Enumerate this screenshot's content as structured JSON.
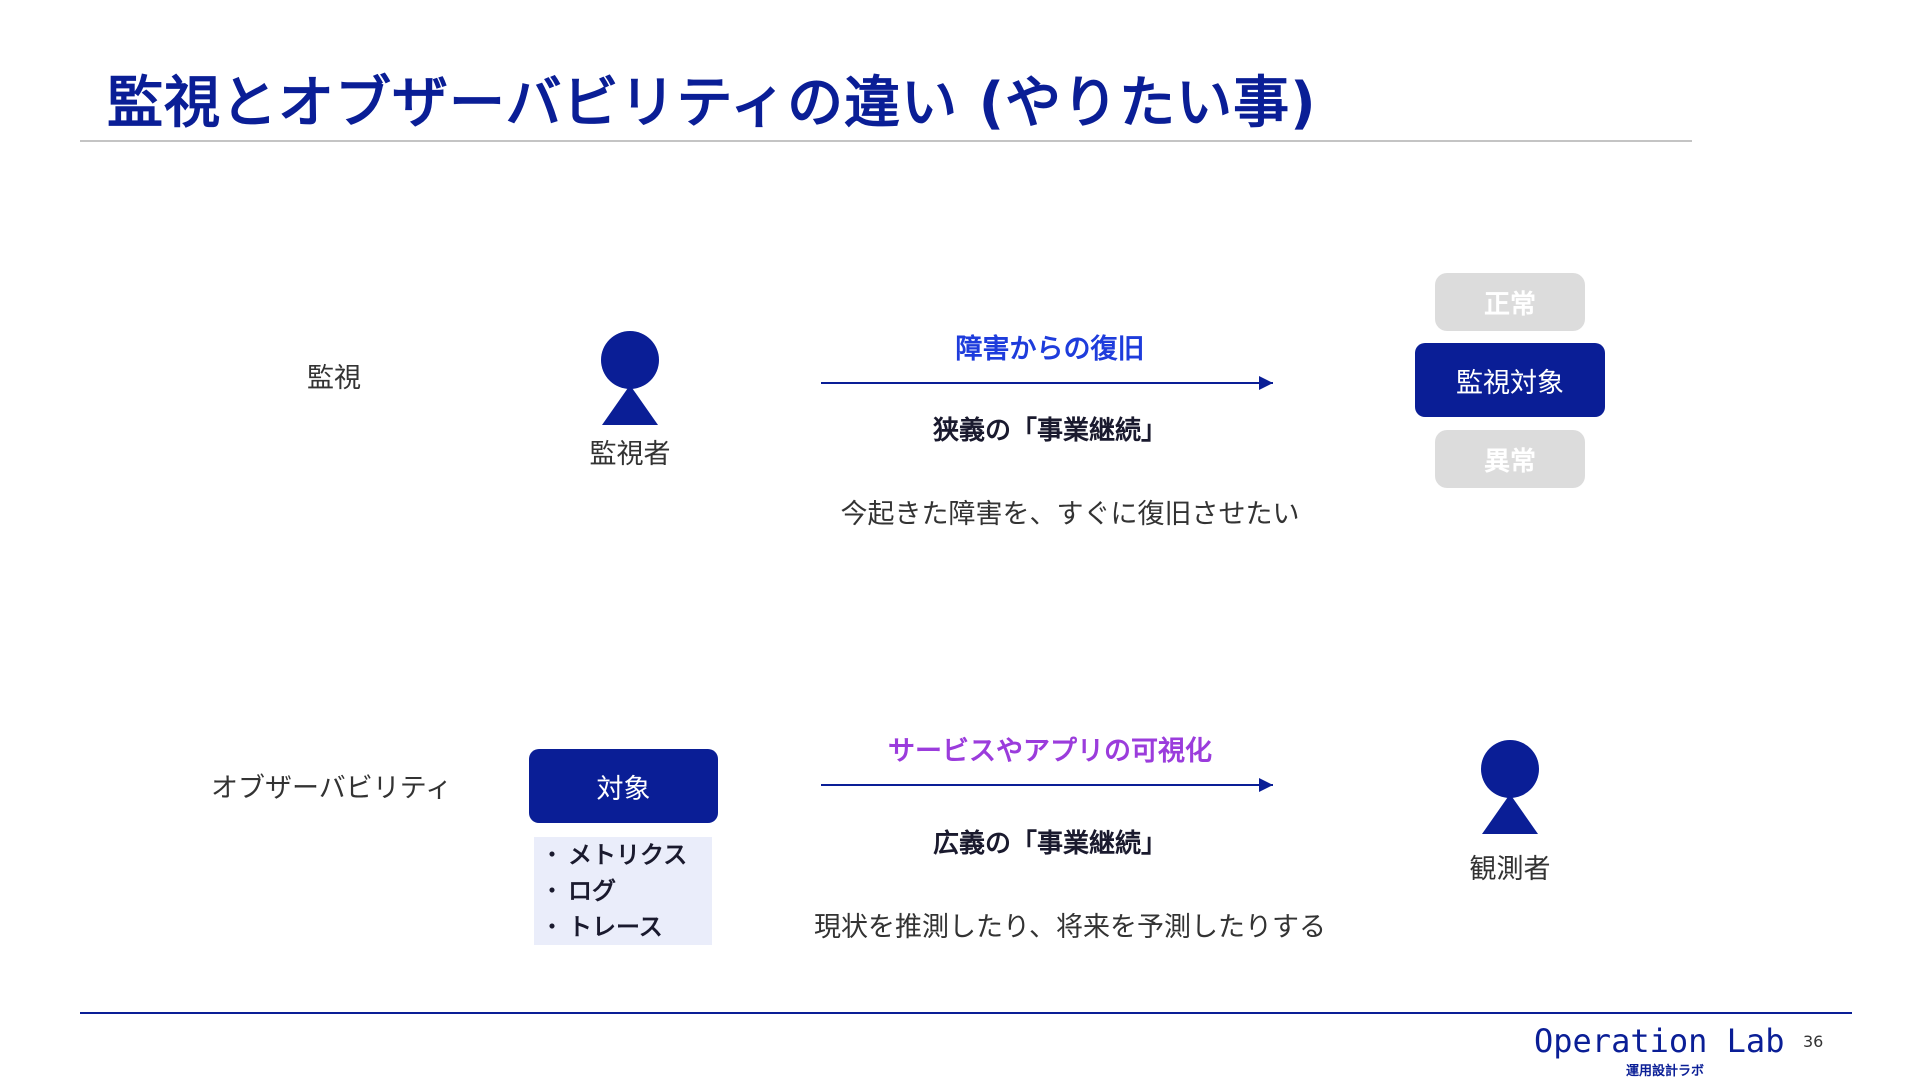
{
  "slide": {
    "title": "監視とオブザーバビリティの違い (やりたい事)"
  },
  "monitoring": {
    "label": "監視",
    "actor_label": "監視者",
    "arrow_caption": "障害からの復旧",
    "arrow_subcaption": "狭義の「事業継続」",
    "description": "今起きた障害を、すぐに復旧させたい",
    "states": {
      "normal": "正常",
      "target": "監視対象",
      "abnormal": "異常"
    }
  },
  "observability": {
    "label": "オブザーバビリティ",
    "target_label": "対象",
    "signals": [
      "メトリクス",
      "ログ",
      "トレース"
    ],
    "bullet": "・",
    "arrow_caption": "サービスやアプリの可視化",
    "arrow_subcaption": "広義の「事業継続」",
    "description": "現状を推測したり、将来を予測したりする",
    "observer_label": "観測者"
  },
  "footer": {
    "brand": "Operation Lab",
    "brand_sub": "運用設計ラボ",
    "page_number": "36"
  },
  "colors": {
    "primary": "#0a1e96",
    "caption_blue": "#1e3cdc",
    "caption_purple": "#9b3cdc",
    "state_gray": "#dcdcdc",
    "list_bg": "#eaedfa"
  },
  "icons": {
    "person": "person-icon",
    "arrow": "arrow-right-icon"
  }
}
